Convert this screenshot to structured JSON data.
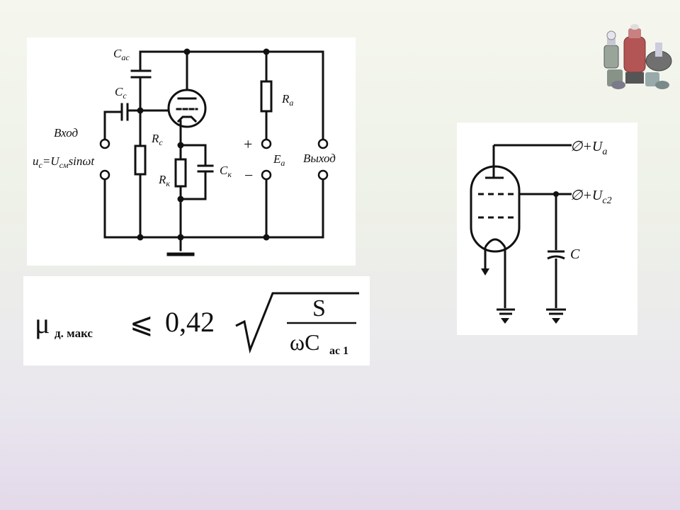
{
  "circuit": {
    "c_ac": "C",
    "c_ac_sub": "ac",
    "c_c": "C",
    "c_c_sub": "c",
    "r_c": "R",
    "r_c_sub": "c",
    "r_k": "R",
    "r_k_sub": "к",
    "c_k": "C",
    "c_k_sub": "к",
    "r_a": "R",
    "r_a_sub": "a",
    "e_a": "E",
    "e_a_sub": "a",
    "plus": "+",
    "minus": "−",
    "input_label": "Вход",
    "output_label": "Выход",
    "signal_u": "u",
    "signal_u_sub": "c",
    "signal_eq": "=U",
    "signal_u2_sub": "cм",
    "signal_rest": "sinωt"
  },
  "formula": {
    "mu": "μ",
    "mu_sub": "д. макс",
    "leq": "⩽",
    "coef": "0,42",
    "numerator": "S",
    "denominator": "ωC",
    "den_sub": "ac 1"
  },
  "tetrode": {
    "ua_prefix": "∅+U",
    "ua_sub": "a",
    "uc2_prefix": "∅+U",
    "uc2_sub": "c2",
    "cap_label": "C"
  },
  "colors": {
    "ink": "#111111",
    "panel": "#ffffff"
  },
  "icons": [
    "vacuum-tubes-icon"
  ]
}
